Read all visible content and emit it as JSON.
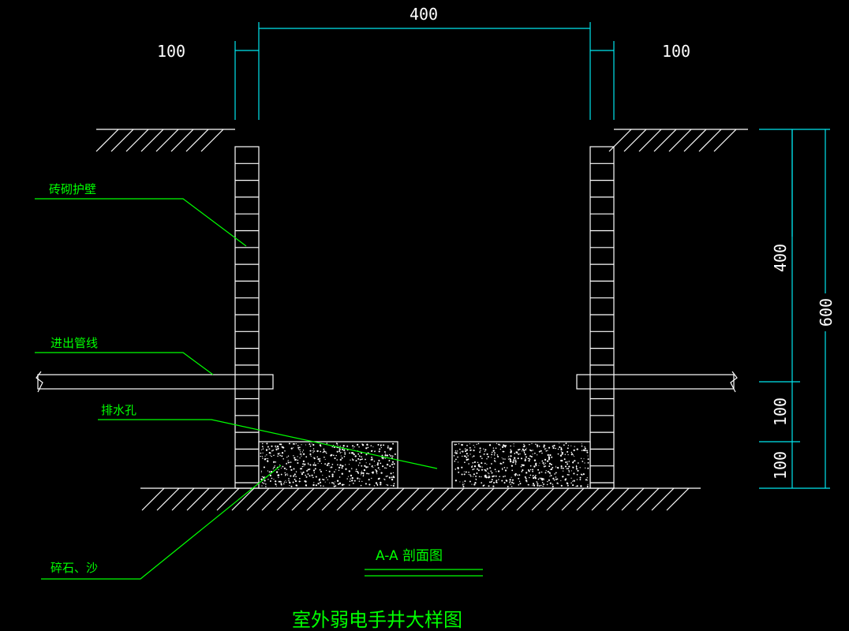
{
  "drawing": {
    "title": "室外弱电手井大样图",
    "section_label": "A-A 剖面图",
    "colors": {
      "background": "#000000",
      "outline": "#ffffff",
      "dimension": "#00e5ee",
      "leader": "#00ff00",
      "hatch": "#ffffff"
    },
    "dimensions": {
      "top_width": "400",
      "top_left_wall": "100",
      "top_right_wall": "100",
      "right_upper": "400",
      "right_total": "600",
      "right_middle": "100",
      "right_bottom": "100"
    },
    "annotations": {
      "brick_wall": "砖砌护壁",
      "pipe": "进出管线",
      "drain_hole": "排水孔",
      "gravel_sand": "碎石、沙"
    }
  }
}
